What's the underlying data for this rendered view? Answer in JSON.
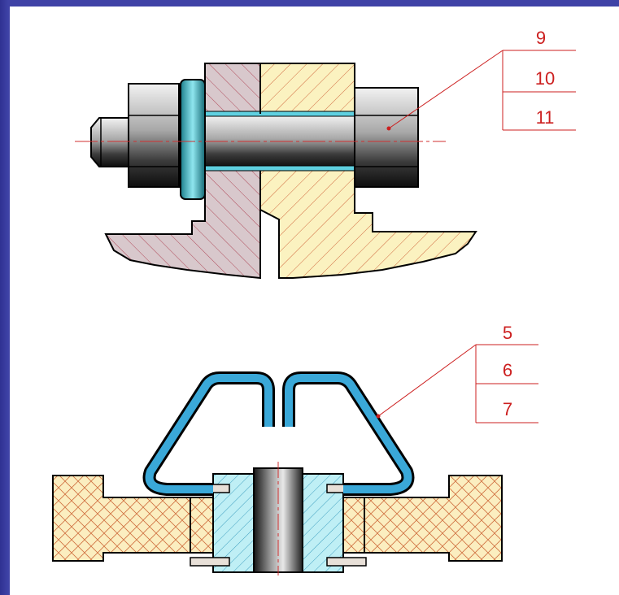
{
  "colors": {
    "background_frame": "#3f42a6",
    "sheet": "#ffffff",
    "callout": "#cc1f1f",
    "outline": "#000000",
    "part_pink_hatch": "#d8c8cc",
    "part_yellow_hatch": "#fbf2c0",
    "cyan": "#5fd0e0",
    "spring_blue": "#3aa8d8"
  },
  "bolt_assembly": {
    "callouts": [
      "9",
      "10",
      "11"
    ]
  },
  "clip_assembly": {
    "callouts": [
      "5",
      "6",
      "7"
    ]
  }
}
